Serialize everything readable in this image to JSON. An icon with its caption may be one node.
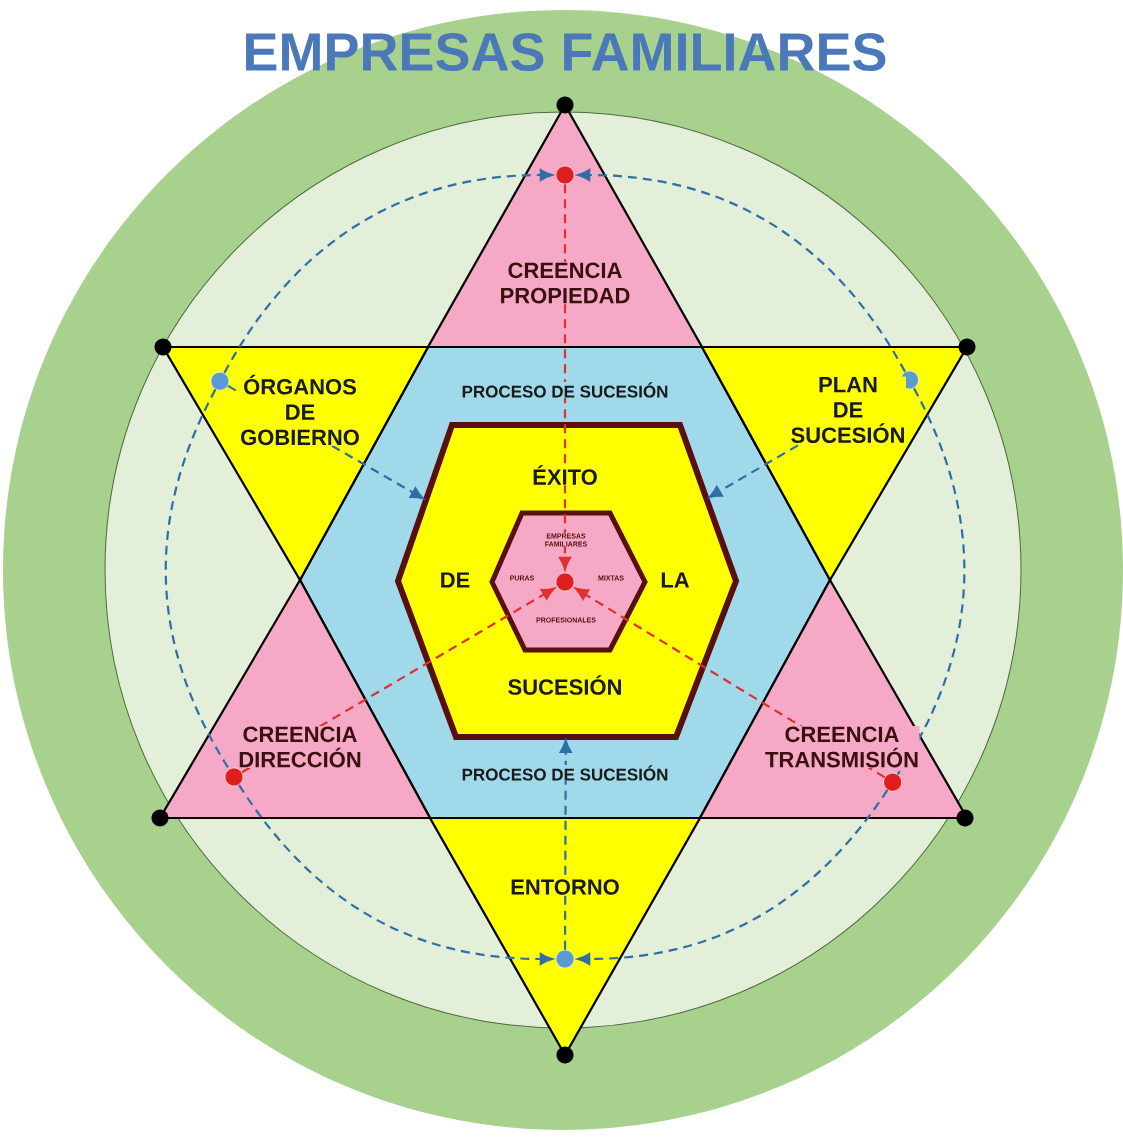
{
  "diagram": {
    "title": "EMPRESAS FAMILIARES",
    "nodes": [
      {
        "text": [
          "CREENCIA PROPIEDAD"
        ]
      },
      {
        "text": [
          "ÓRGANOS DE GOBIERNO"
        ]
      },
      {
        "text": [
          "PLAN DE SUCESIÓN"
        ]
      },
      {
        "text": [
          "PROCESO DE SUCESIÓN",
          "PROCESO DE SUCESIÓN"
        ]
      },
      {
        "text": [
          "ÉXITO",
          "DE",
          "LA",
          "SUCESIÓN"
        ],
        "in": 3
      },
      {
        "text": [
          "EMPRESAS FAMILIARES",
          "PURAS",
          "MIXTAS",
          "PROFESIONALES"
        ],
        "in": 4
      },
      {
        "text": [
          "CREENCIA DIRECCIÓN"
        ]
      },
      {
        "text": [
          "CREENCIA TRANSMISIÓN"
        ]
      },
      {
        "text": [
          "ENTORNO"
        ]
      },
      {
        "text": [],
        "shape": "circle",
        "in": 0
      },
      {
        "text": [],
        "shape": "circle",
        "in": 1
      },
      {
        "text": [],
        "shape": "circle",
        "in": 2
      },
      {
        "text": [],
        "shape": "circle",
        "in": 5
      },
      {
        "text": [],
        "shape": "circle",
        "in": 6
      },
      {
        "text": [],
        "shape": "circle",
        "in": 7
      },
      {
        "text": [],
        "shape": "circle",
        "in": 8
      }
    ],
    "edges": [
      {
        "from": 9,
        "to": 12,
        "arrow": "to",
        "style": "dashed",
        "color": "#e03030"
      },
      {
        "from": 13,
        "to": 12,
        "arrow": "to",
        "style": "dashed",
        "color": "#e03030"
      },
      {
        "from": 14,
        "to": 12,
        "arrow": "to",
        "style": "dashed",
        "color": "#e03030"
      },
      {
        "from": 10,
        "to": 4,
        "arrow": "to",
        "style": "dashed"
      },
      {
        "from": 11,
        "to": 4,
        "arrow": "to",
        "style": "dashed"
      },
      {
        "from": 15,
        "to": 4,
        "arrow": "to",
        "style": "dashed"
      },
      {
        "from": 10,
        "to": 9,
        "arrow": "to",
        "style": "dashed"
      },
      {
        "from": 11,
        "to": 9,
        "arrow": "to",
        "style": "dashed"
      },
      {
        "from": 10,
        "to": 13,
        "arrow": "none",
        "style": "dashed"
      },
      {
        "from": 11,
        "to": 14,
        "arrow": "none",
        "style": "dashed"
      },
      {
        "from": 13,
        "to": 15,
        "arrow": "to",
        "style": "dashed"
      },
      {
        "from": 14,
        "to": 15,
        "arrow": "to",
        "style": "dashed"
      }
    ]
  }
}
